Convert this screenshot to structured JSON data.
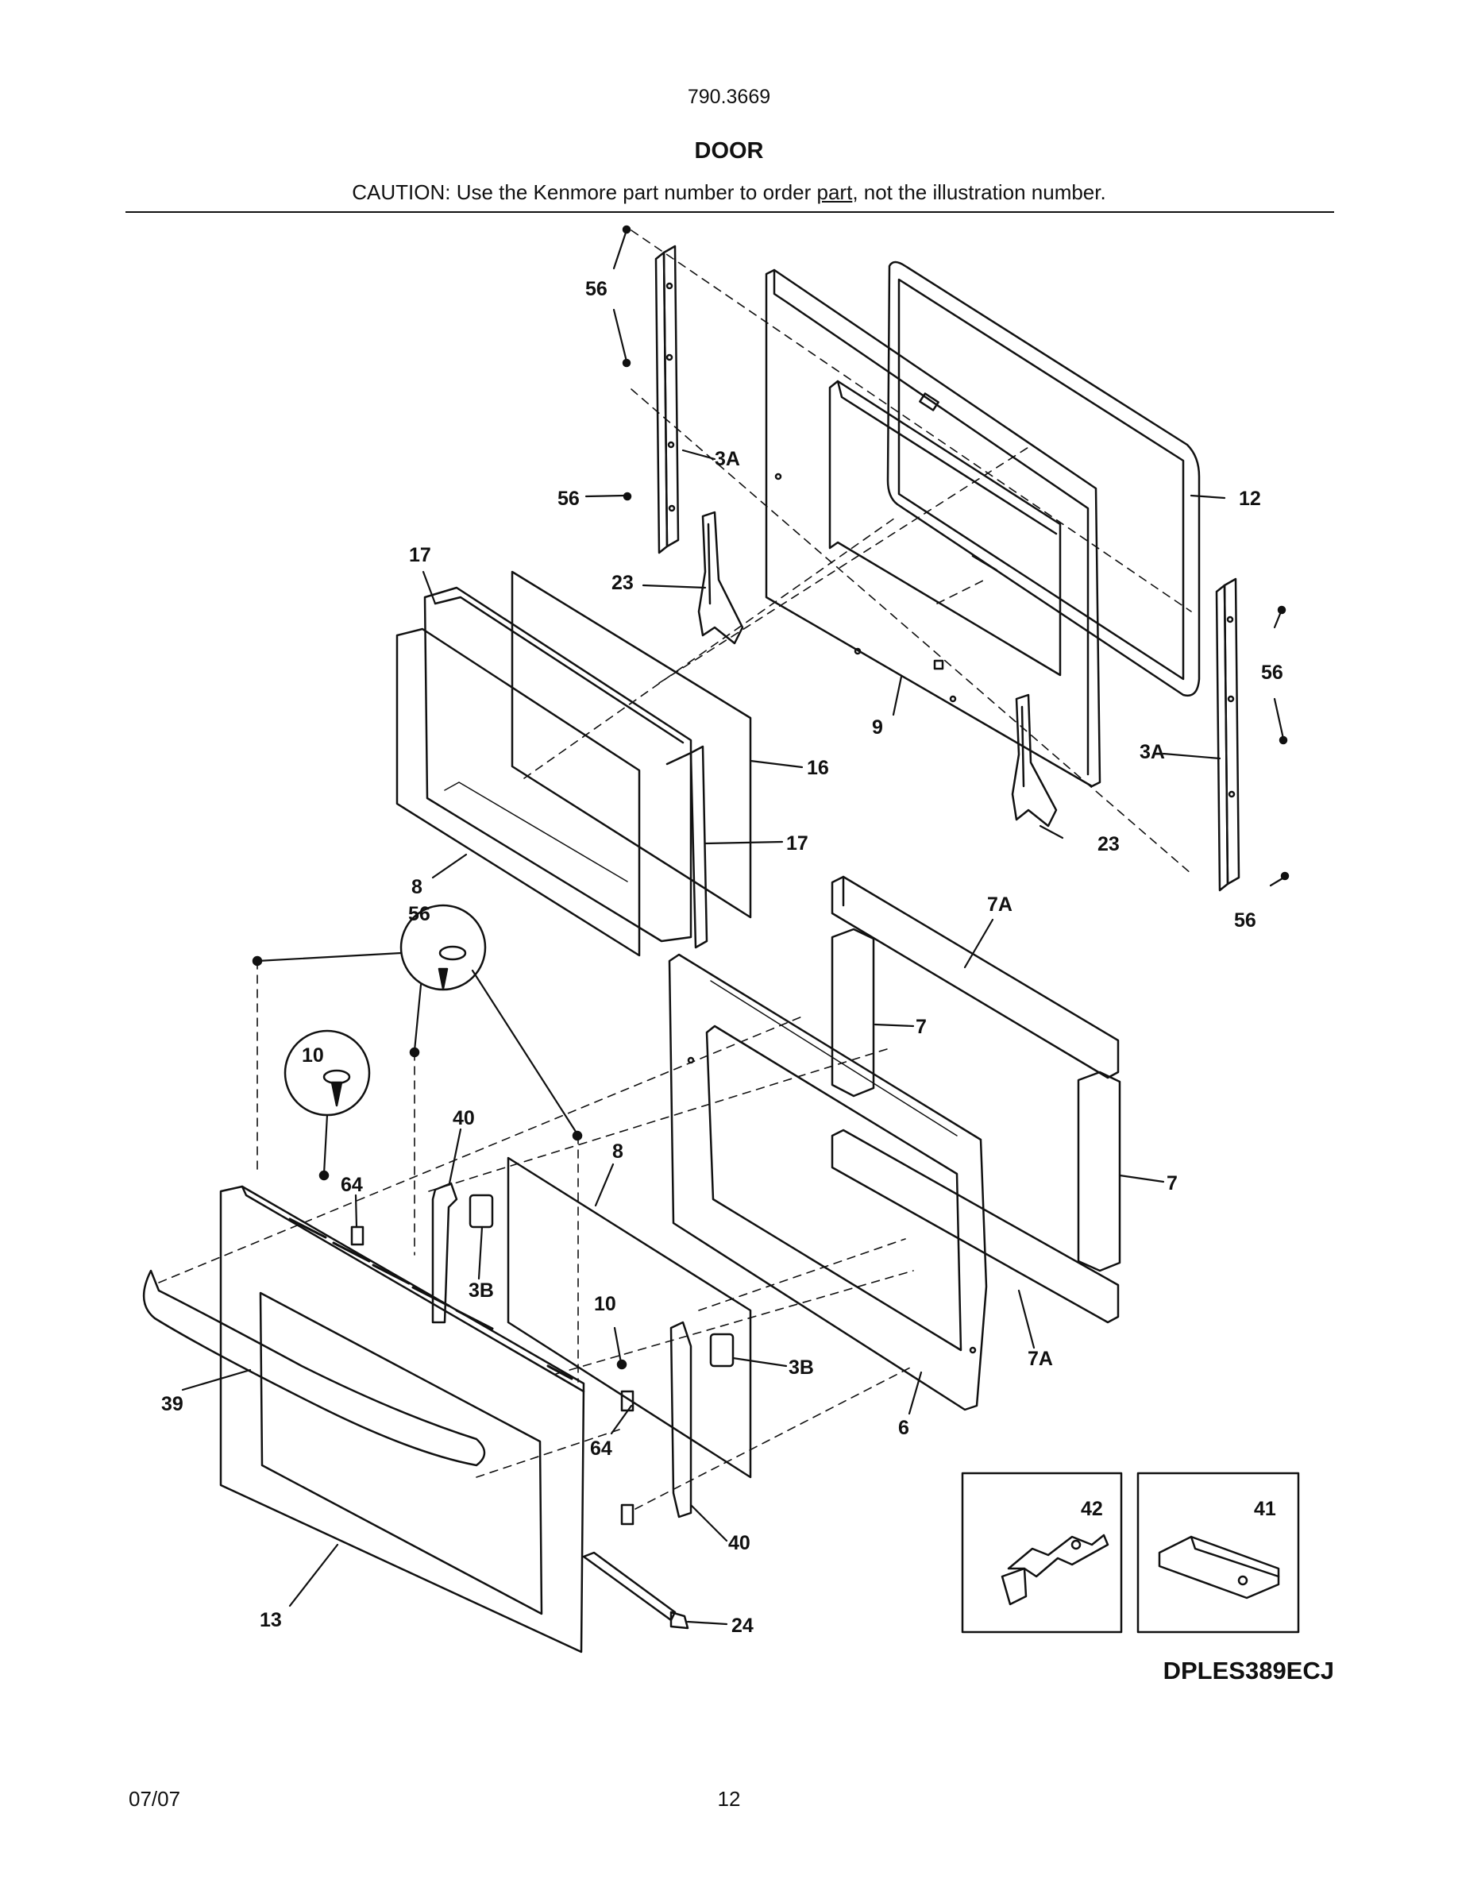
{
  "header": {
    "model_number": "790.3669",
    "section_title": "DOOR",
    "caution_before": "CAUTION: Use the Kenmore part number to order ",
    "caution_underlined": "part",
    "caution_after": ", not the illustration number."
  },
  "callouts": {
    "c56a": "56",
    "c3a_upper": "3A",
    "c56b": "56",
    "c17a": "17",
    "c23a": "23",
    "c12": "12",
    "c56c": "56",
    "c9": "9",
    "c3a_right": "3A",
    "c16": "16",
    "c17b": "17",
    "c23b": "23",
    "c8a": "8",
    "c7a_top": "7A",
    "c56d": "56",
    "c56e": "56",
    "c7_upper": "7",
    "c10a": "10",
    "c40a": "40",
    "c8b": "8",
    "c64a": "64",
    "c7_lower": "7",
    "c3b_left": "3B",
    "c10b": "10",
    "c3b_right": "3B",
    "c7a_bottom": "7A",
    "c39": "39",
    "c6": "6",
    "c64b": "64",
    "c40b": "40",
    "c13": "13",
    "c24": "24",
    "c42": "42",
    "c41": "41"
  },
  "footer": {
    "model_code": "DPLES389ECJ",
    "date": "07/07",
    "page_number": "12"
  }
}
